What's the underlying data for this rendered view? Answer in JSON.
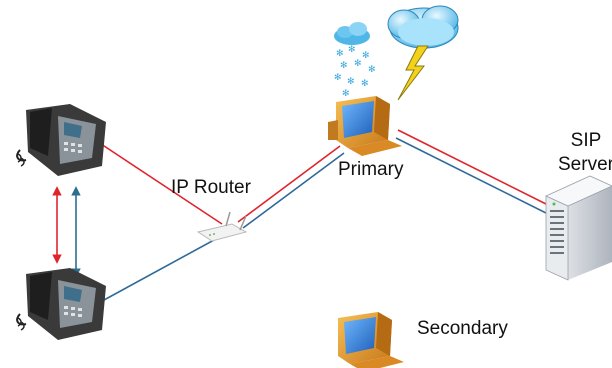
{
  "labels": {
    "router": "IP Router",
    "primary": "Primary",
    "secondary": "Secondary",
    "sip_line1": "SIP",
    "sip_line2": "Server"
  },
  "colors": {
    "red_link": "#e0242c",
    "blue_link": "#2e6a9a",
    "blue_arrow": "#2c6e8e",
    "monitor_body": "#e89a2e",
    "screen": "#2a7fd6",
    "phone_body": "#3a3a3a",
    "server_body": "#d9dde3",
    "bolt": "#f2d21b",
    "cloud": "#7fd0f5"
  },
  "icons": [
    "phone-icon",
    "phone-icon",
    "router-icon",
    "computer-icon",
    "computer-icon",
    "server-icon",
    "snow-cloud-icon",
    "storm-cloud-icon",
    "lightning-icon",
    "snowflake-icon"
  ]
}
